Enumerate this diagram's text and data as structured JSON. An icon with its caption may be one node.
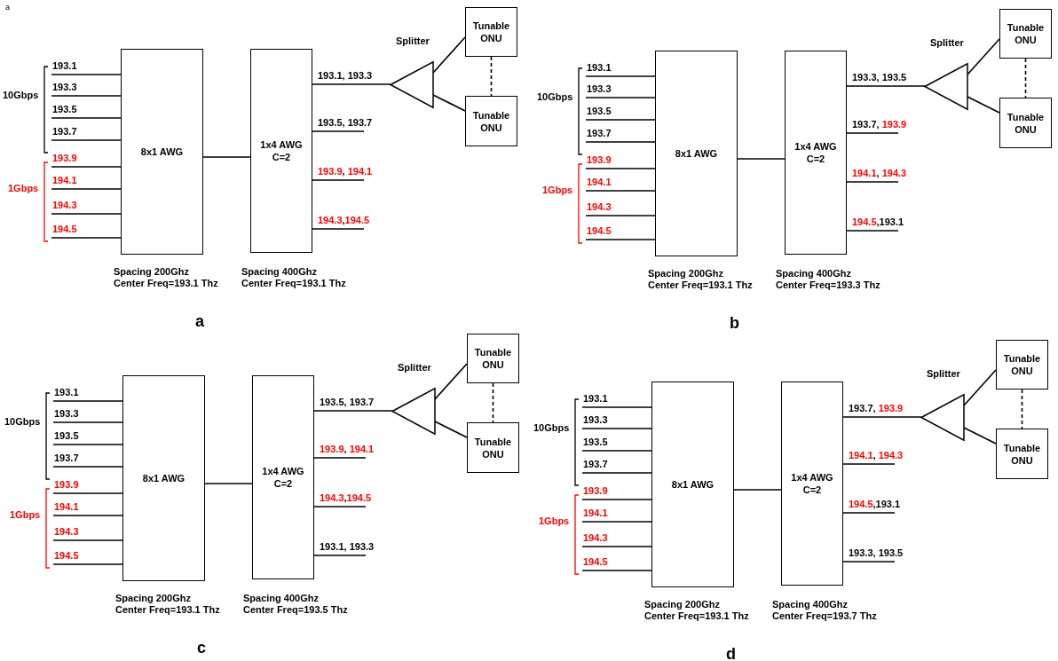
{
  "diagram": {
    "nodes": [
      {
        "text": [
          "8x1 AWG"
        ],
        "beside": [
          "Spacing 200Ghz Center Freq=193.1 Thz"
        ]
      },
      {
        "text": [
          "1x4 AWG C=2"
        ],
        "beside": [
          "Spacing 400Ghz Center Freq=193.1 Thz"
        ]
      },
      {
        "text": [
          "Splitter"
        ]
      },
      {
        "text": [
          "Tunable ONU"
        ]
      },
      {
        "text": [
          "Tunable ONU"
        ]
      },
      {
        "text": [
          "8x1 AWG"
        ],
        "beside": [
          "Spacing 200Ghz Center Freq=193.1 Thz"
        ]
      },
      {
        "text": [
          "1x4 AWG C=2"
        ],
        "beside": [
          "Spacing 400Ghz Center Freq=193.3 Thz"
        ]
      },
      {
        "text": [
          "Splitter"
        ]
      },
      {
        "text": [
          "Tunable ONU"
        ]
      },
      {
        "text": [
          "Tunable ONU"
        ]
      },
      {
        "text": [
          "8x1 AWG"
        ],
        "beside": [
          "Spacing 200Ghz Center Freq=193.1 Thz"
        ]
      },
      {
        "text": [
          "1x4 AWG C=2"
        ],
        "beside": [
          "Spacing 400Ghz Center Freq=193.5 Thz"
        ]
      },
      {
        "text": [
          "Splitter"
        ]
      },
      {
        "text": [
          "Tunable ONU"
        ]
      },
      {
        "text": [
          "Tunable ONU"
        ]
      },
      {
        "text": [
          "8x1 AWG"
        ],
        "beside": [
          "Spacing 200Ghz Center Freq=193.1 Thz"
        ]
      },
      {
        "text": [
          "1x4 AWG C=2"
        ],
        "beside": [
          "Spacing 400Ghz Center Freq=193.7 Thz"
        ]
      },
      {
        "text": [
          "Splitter"
        ]
      },
      {
        "text": [
          "Tunable ONU"
        ]
      },
      {
        "text": [
          "Tunable ONU"
        ]
      }
    ],
    "edges": [
      {
        "from": null,
        "to": 0,
        "arrow": "none",
        "label": "193.1"
      },
      {
        "from": null,
        "to": 0,
        "arrow": "none",
        "label": "193.3"
      },
      {
        "from": null,
        "to": 0,
        "arrow": "none",
        "label": "193.5"
      },
      {
        "from": null,
        "to": 0,
        "arrow": "none",
        "label": "193.7"
      },
      {
        "from": null,
        "to": 0,
        "arrow": "none",
        "label": "193.9"
      },
      {
        "from": null,
        "to": 0,
        "arrow": "none",
        "label": "194.1"
      },
      {
        "from": null,
        "to": 0,
        "arrow": "none",
        "label": "194.3"
      },
      {
        "from": null,
        "to": 0,
        "arrow": "none",
        "label": "194.5"
      },
      {
        "from": 0,
        "to": 1,
        "arrow": "none"
      },
      {
        "from": 1,
        "to": 2,
        "arrow": "none",
        "label": "193.1, 193.3"
      },
      {
        "from": 1,
        "to": null,
        "arrow": "none",
        "label": "193.5, 193.7"
      },
      {
        "from": 1,
        "to": null,
        "arrow": "none",
        "label": "193.9, 194.1"
      },
      {
        "from": 1,
        "to": null,
        "arrow": "none",
        "label": "194.3,194.5"
      },
      {
        "from": 2,
        "to": 3,
        "arrow": "none"
      },
      {
        "from": 2,
        "to": 4,
        "arrow": "none"
      },
      {
        "from": 3,
        "to": 4,
        "arrow": "none",
        "style": "dashed"
      },
      {
        "from": null,
        "to": 5,
        "arrow": "none",
        "label": "193.1"
      },
      {
        "from": null,
        "to": 5,
        "arrow": "none",
        "label": "193.3"
      },
      {
        "from": null,
        "to": 5,
        "arrow": "none",
        "label": "193.5"
      },
      {
        "from": null,
        "to": 5,
        "arrow": "none",
        "label": "193.7"
      },
      {
        "from": null,
        "to": 5,
        "arrow": "none",
        "label": "193.9"
      },
      {
        "from": null,
        "to": 5,
        "arrow": "none",
        "label": "194.1"
      },
      {
        "from": null,
        "to": 5,
        "arrow": "none",
        "label": "194.3"
      },
      {
        "from": null,
        "to": 5,
        "arrow": "none",
        "label": "194.5"
      },
      {
        "from": 5,
        "to": 6,
        "arrow": "none"
      },
      {
        "from": 6,
        "to": 7,
        "arrow": "none",
        "label": "193.3, 193.5"
      },
      {
        "from": 6,
        "to": null,
        "arrow": "none",
        "label": "193.7, 193.9"
      },
      {
        "from": 6,
        "to": null,
        "arrow": "none",
        "label": "194.1, 194.3"
      },
      {
        "from": 6,
        "to": null,
        "arrow": "none",
        "label": "194.5,193.1"
      },
      {
        "from": 7,
        "to": 8,
        "arrow": "none"
      },
      {
        "from": 7,
        "to": 9,
        "arrow": "none"
      },
      {
        "from": 8,
        "to": 9,
        "arrow": "none",
        "style": "dashed"
      },
      {
        "from": null,
        "to": 10,
        "arrow": "none",
        "label": "193.1"
      },
      {
        "from": null,
        "to": 10,
        "arrow": "none",
        "label": "193.3"
      },
      {
        "from": null,
        "to": 10,
        "arrow": "none",
        "label": "193.5"
      },
      {
        "from": null,
        "to": 10,
        "arrow": "none",
        "label": "193.7"
      },
      {
        "from": null,
        "to": 10,
        "arrow": "none",
        "label": "193.9"
      },
      {
        "from": null,
        "to": 10,
        "arrow": "none",
        "label": "194.1"
      },
      {
        "from": null,
        "to": 10,
        "arrow": "none",
        "label": "194.3"
      },
      {
        "from": null,
        "to": 10,
        "arrow": "none",
        "label": "194.5"
      },
      {
        "from": 10,
        "to": 11,
        "arrow": "none"
      },
      {
        "from": 11,
        "to": 12,
        "arrow": "none",
        "label": "193.5, 193.7"
      },
      {
        "from": 11,
        "to": null,
        "arrow": "none",
        "label": "193.9, 194.1"
      },
      {
        "from": 11,
        "to": null,
        "arrow": "none",
        "label": "194.3,194.5"
      },
      {
        "from": 11,
        "to": null,
        "arrow": "none",
        "label": "193.1, 193.3"
      },
      {
        "from": 12,
        "to": 13,
        "arrow": "none"
      },
      {
        "from": 12,
        "to": 14,
        "arrow": "none"
      },
      {
        "from": 13,
        "to": 14,
        "arrow": "none",
        "style": "dashed"
      },
      {
        "from": null,
        "to": 15,
        "arrow": "none",
        "label": "193.1"
      },
      {
        "from": null,
        "to": 15,
        "arrow": "none",
        "label": "193.3"
      },
      {
        "from": null,
        "to": 15,
        "arrow": "none",
        "label": "193.5"
      },
      {
        "from": null,
        "to": 15,
        "arrow": "none",
        "label": "193.7"
      },
      {
        "from": null,
        "to": 15,
        "arrow": "none",
        "label": "193.9"
      },
      {
        "from": null,
        "to": 15,
        "arrow": "none",
        "label": "194.1"
      },
      {
        "from": null,
        "to": 15,
        "arrow": "none",
        "label": "194.3"
      },
      {
        "from": null,
        "to": 15,
        "arrow": "none",
        "label": "194.5"
      },
      {
        "from": 15,
        "to": 16,
        "arrow": "none"
      },
      {
        "from": 16,
        "to": 17,
        "arrow": "none",
        "label": "193.7, 193.9"
      },
      {
        "from": 16,
        "to": null,
        "arrow": "none",
        "label": "194.1, 194.3"
      },
      {
        "from": 16,
        "to": null,
        "arrow": "none",
        "label": "194.5,193.1"
      },
      {
        "from": 16,
        "to": null,
        "arrow": "none",
        "label": "193.3, 193.5"
      },
      {
        "from": 17,
        "to": 18,
        "arrow": "none"
      },
      {
        "from": 17,
        "to": 19,
        "arrow": "none"
      },
      {
        "from": 18,
        "to": 19,
        "arrow": "none",
        "style": "dashed"
      }
    ],
    "labels": [
      "a",
      "10Gbps",
      "1Gbps",
      "a",
      "10Gbps",
      "1Gbps",
      "b",
      "10Gbps",
      "1Gbps",
      "c",
      "10Gbps",
      "1Gbps",
      "d"
    ]
  }
}
